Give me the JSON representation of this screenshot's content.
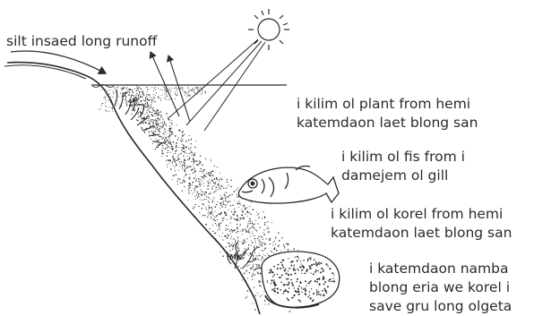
{
  "colors": {
    "ink": "#2b2b2b",
    "background": "#ffffff"
  },
  "labels": {
    "silt": "silt insaed long runoff",
    "plants": [
      "i kilim ol plant from hemi",
      "katemdaon laet blong san"
    ],
    "fish": [
      "i kilim ol fis from i",
      "damejem ol gill"
    ],
    "coral": [
      "i kilim ol korel from hemi",
      "katemdaon laet blong san"
    ],
    "area": [
      "i katemdaon namba",
      "blong eria we korel i",
      "save gru long olgeta"
    ]
  },
  "signature": "MK",
  "icons": [
    "sun-icon",
    "fish-icon",
    "coral-icon",
    "rock-icon",
    "seagrass-icon",
    "runoff-arrow-icon",
    "light-ray-arrow-icon"
  ]
}
